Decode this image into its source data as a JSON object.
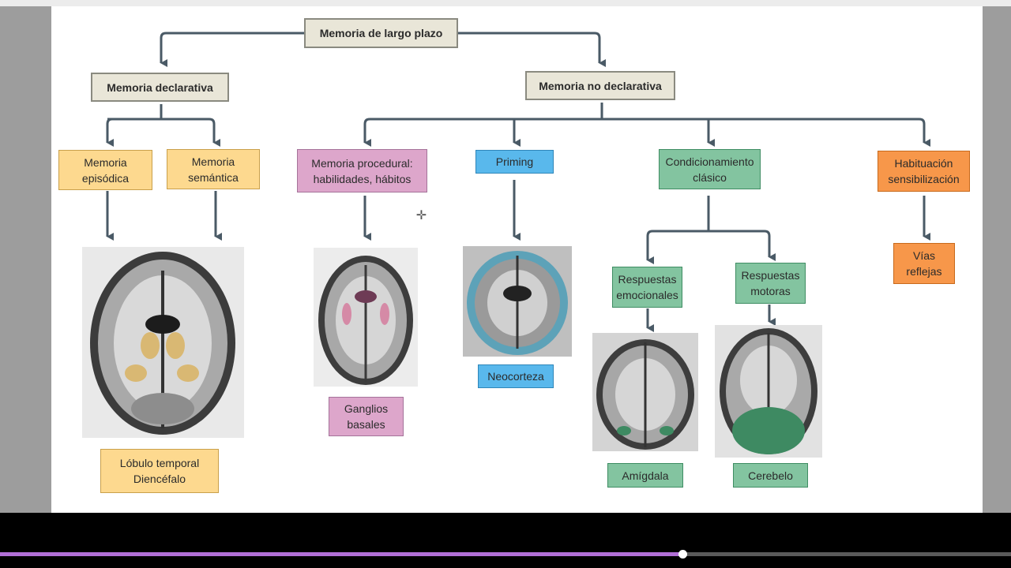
{
  "diagram": {
    "root": "Memoria de largo plazo",
    "declarativa": {
      "label": "Memoria declarativa",
      "episodica": "Memoria\nepisódica",
      "semantica": "Memoria\nsemántica",
      "region": "Lóbulo temporal\nDiencéfalo"
    },
    "no_declarativa": {
      "label": "Memoria no declarativa",
      "procedural": "Memoria procedural:\nhabilidades, hábitos",
      "procedural_region": "Ganglios\nbasales",
      "priming": "Priming",
      "priming_region": "Neocorteza",
      "condicionamiento": "Condicionamiento\nclásico",
      "emocionales": "Respuestas\nemocionales",
      "emocionales_region": "Amígdala",
      "motoras": "Respuestas\nmotoras",
      "motoras_region": "Cerebelo",
      "habituacion": "Habituación\nsensibilización",
      "habituacion_region": "Vías\nreflejas"
    },
    "colors": {
      "declarativa": "#fdd98f",
      "procedural": "#dda6cb",
      "priming": "#59b8ec",
      "condicionamiento": "#83c4a0",
      "habituacion": "#f7974a",
      "arrows": "#4a5a66"
    }
  },
  "player": {
    "progress": 0.675
  }
}
